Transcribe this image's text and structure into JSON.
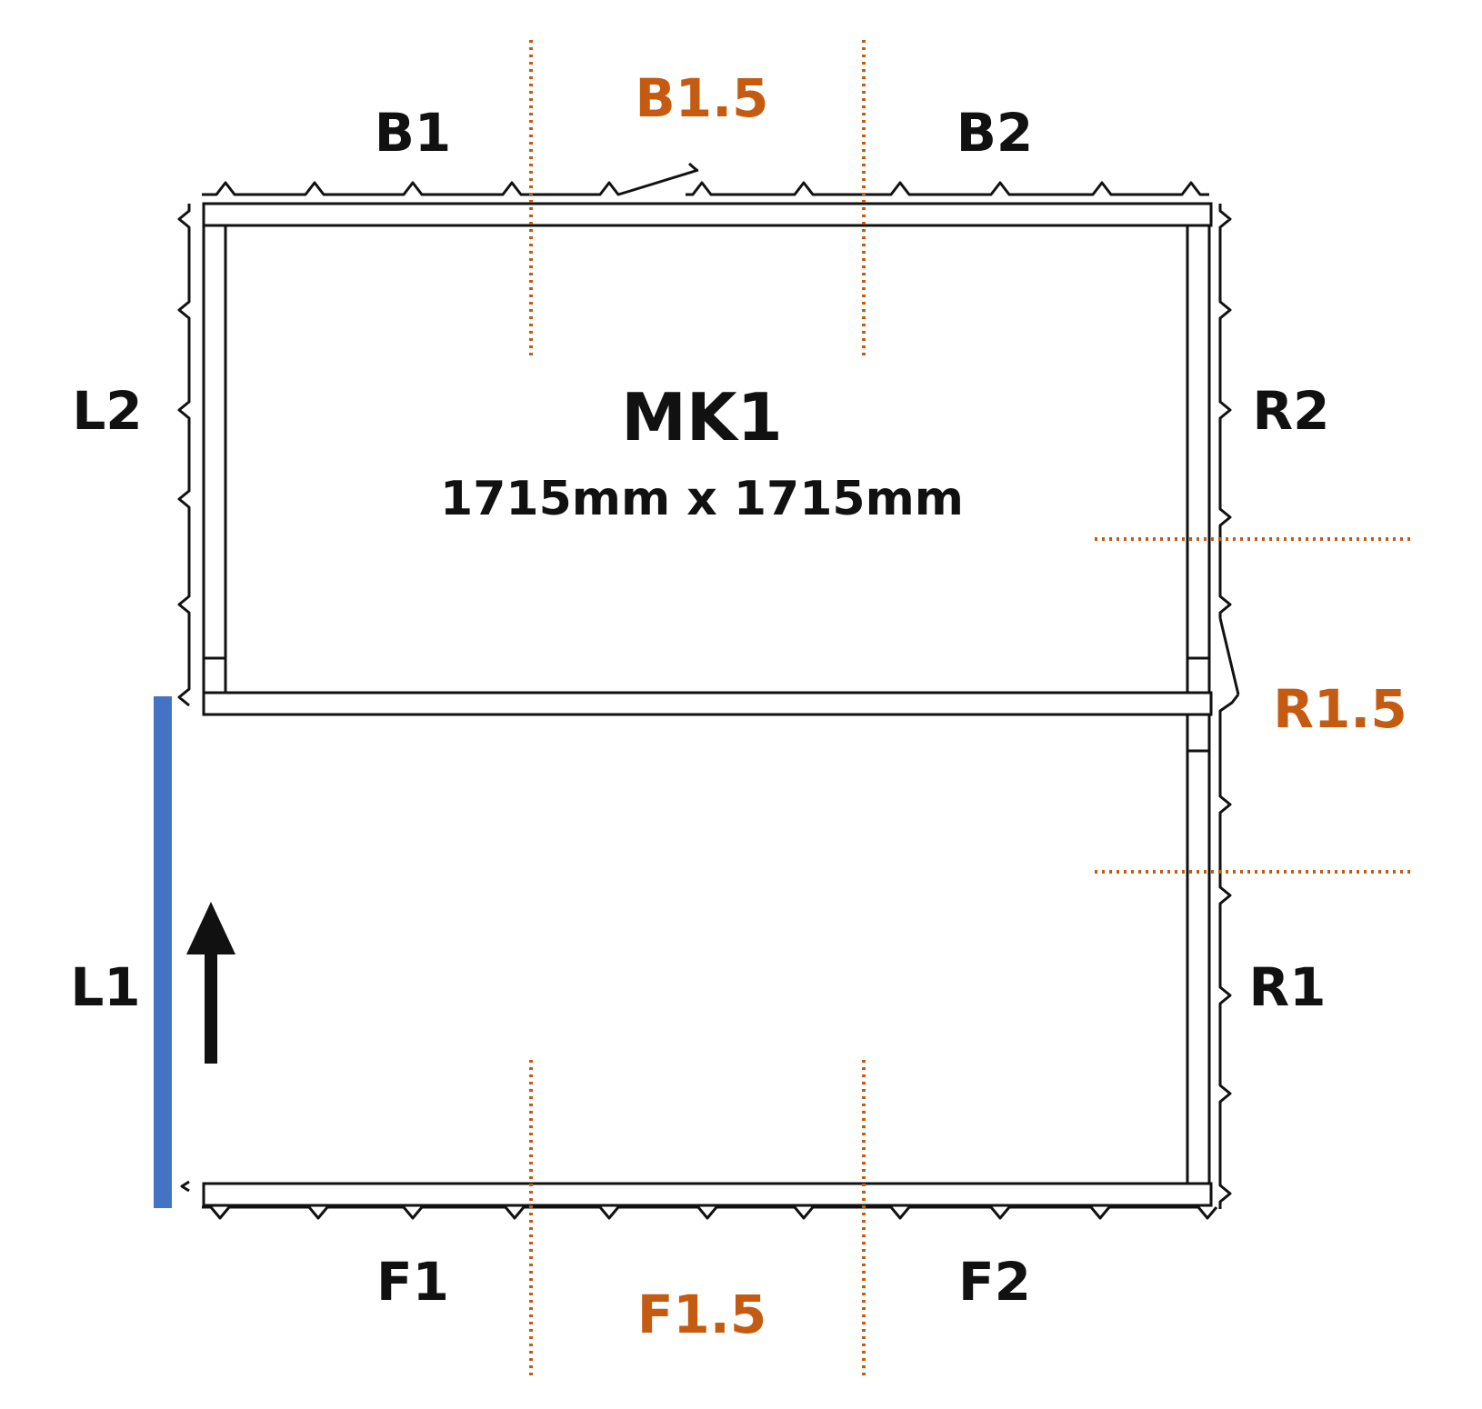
{
  "diagram": {
    "title": "MK1",
    "dimensions": "1715mm x 1715mm",
    "labels": {
      "B1": "B1",
      "B1_5": "B1.5",
      "B2": "B2",
      "L2": "L2",
      "R2": "R2",
      "R1_5": "R1.5",
      "L1": "L1",
      "R1": "R1",
      "F1": "F1",
      "F1_5": "F1.5",
      "F2": "F2"
    },
    "colors": {
      "line": "#111111",
      "cut": "#c55a11",
      "side_marker": "#4472c4"
    },
    "icons": {
      "direction": "up-arrow-icon"
    }
  }
}
